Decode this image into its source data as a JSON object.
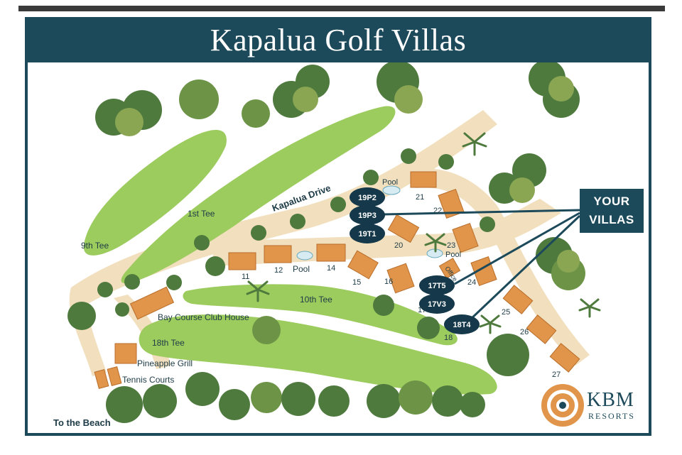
{
  "title": "Kapalua Golf Villas",
  "badge": {
    "line1": "YOUR",
    "line2": "VILLAS"
  },
  "logo": {
    "name": "KBM",
    "sub": "RESORTS"
  },
  "road": "Kapalua Drive",
  "areas": {
    "tee9": "9th Tee",
    "tee1": "1st Tee",
    "tee10": "10th Tee",
    "tee18": "18th Tee",
    "clubhouse": "Bay Course Club House",
    "grill": "Pineapple Grill",
    "tennis": "Tennis Courts",
    "beach": "To the Beach",
    "pool1": "Pool",
    "pool2": "Pool",
    "pool3": "Pool",
    "office": "Office"
  },
  "buildings": {
    "b11": "11",
    "b12": "12",
    "b14": "14",
    "b15": "15",
    "b16": "16",
    "b17": "17",
    "b18": "18",
    "b20": "20",
    "b21": "21",
    "b22": "22",
    "b23": "23",
    "b24": "24",
    "b25": "25",
    "b26": "26",
    "b27": "27"
  },
  "villas": {
    "v1": "19P2",
    "v2": "19P3",
    "v3": "19T1",
    "v4": "17T5",
    "v5": "17V3",
    "v6": "18T4"
  },
  "colors": {
    "navy": "#1d4a5a",
    "fairway": "#9ccb5e",
    "path": "#f1dfbd",
    "building": "#e0954a",
    "tree_dark": "#4e7a3e",
    "tree_light": "#8aa653"
  }
}
